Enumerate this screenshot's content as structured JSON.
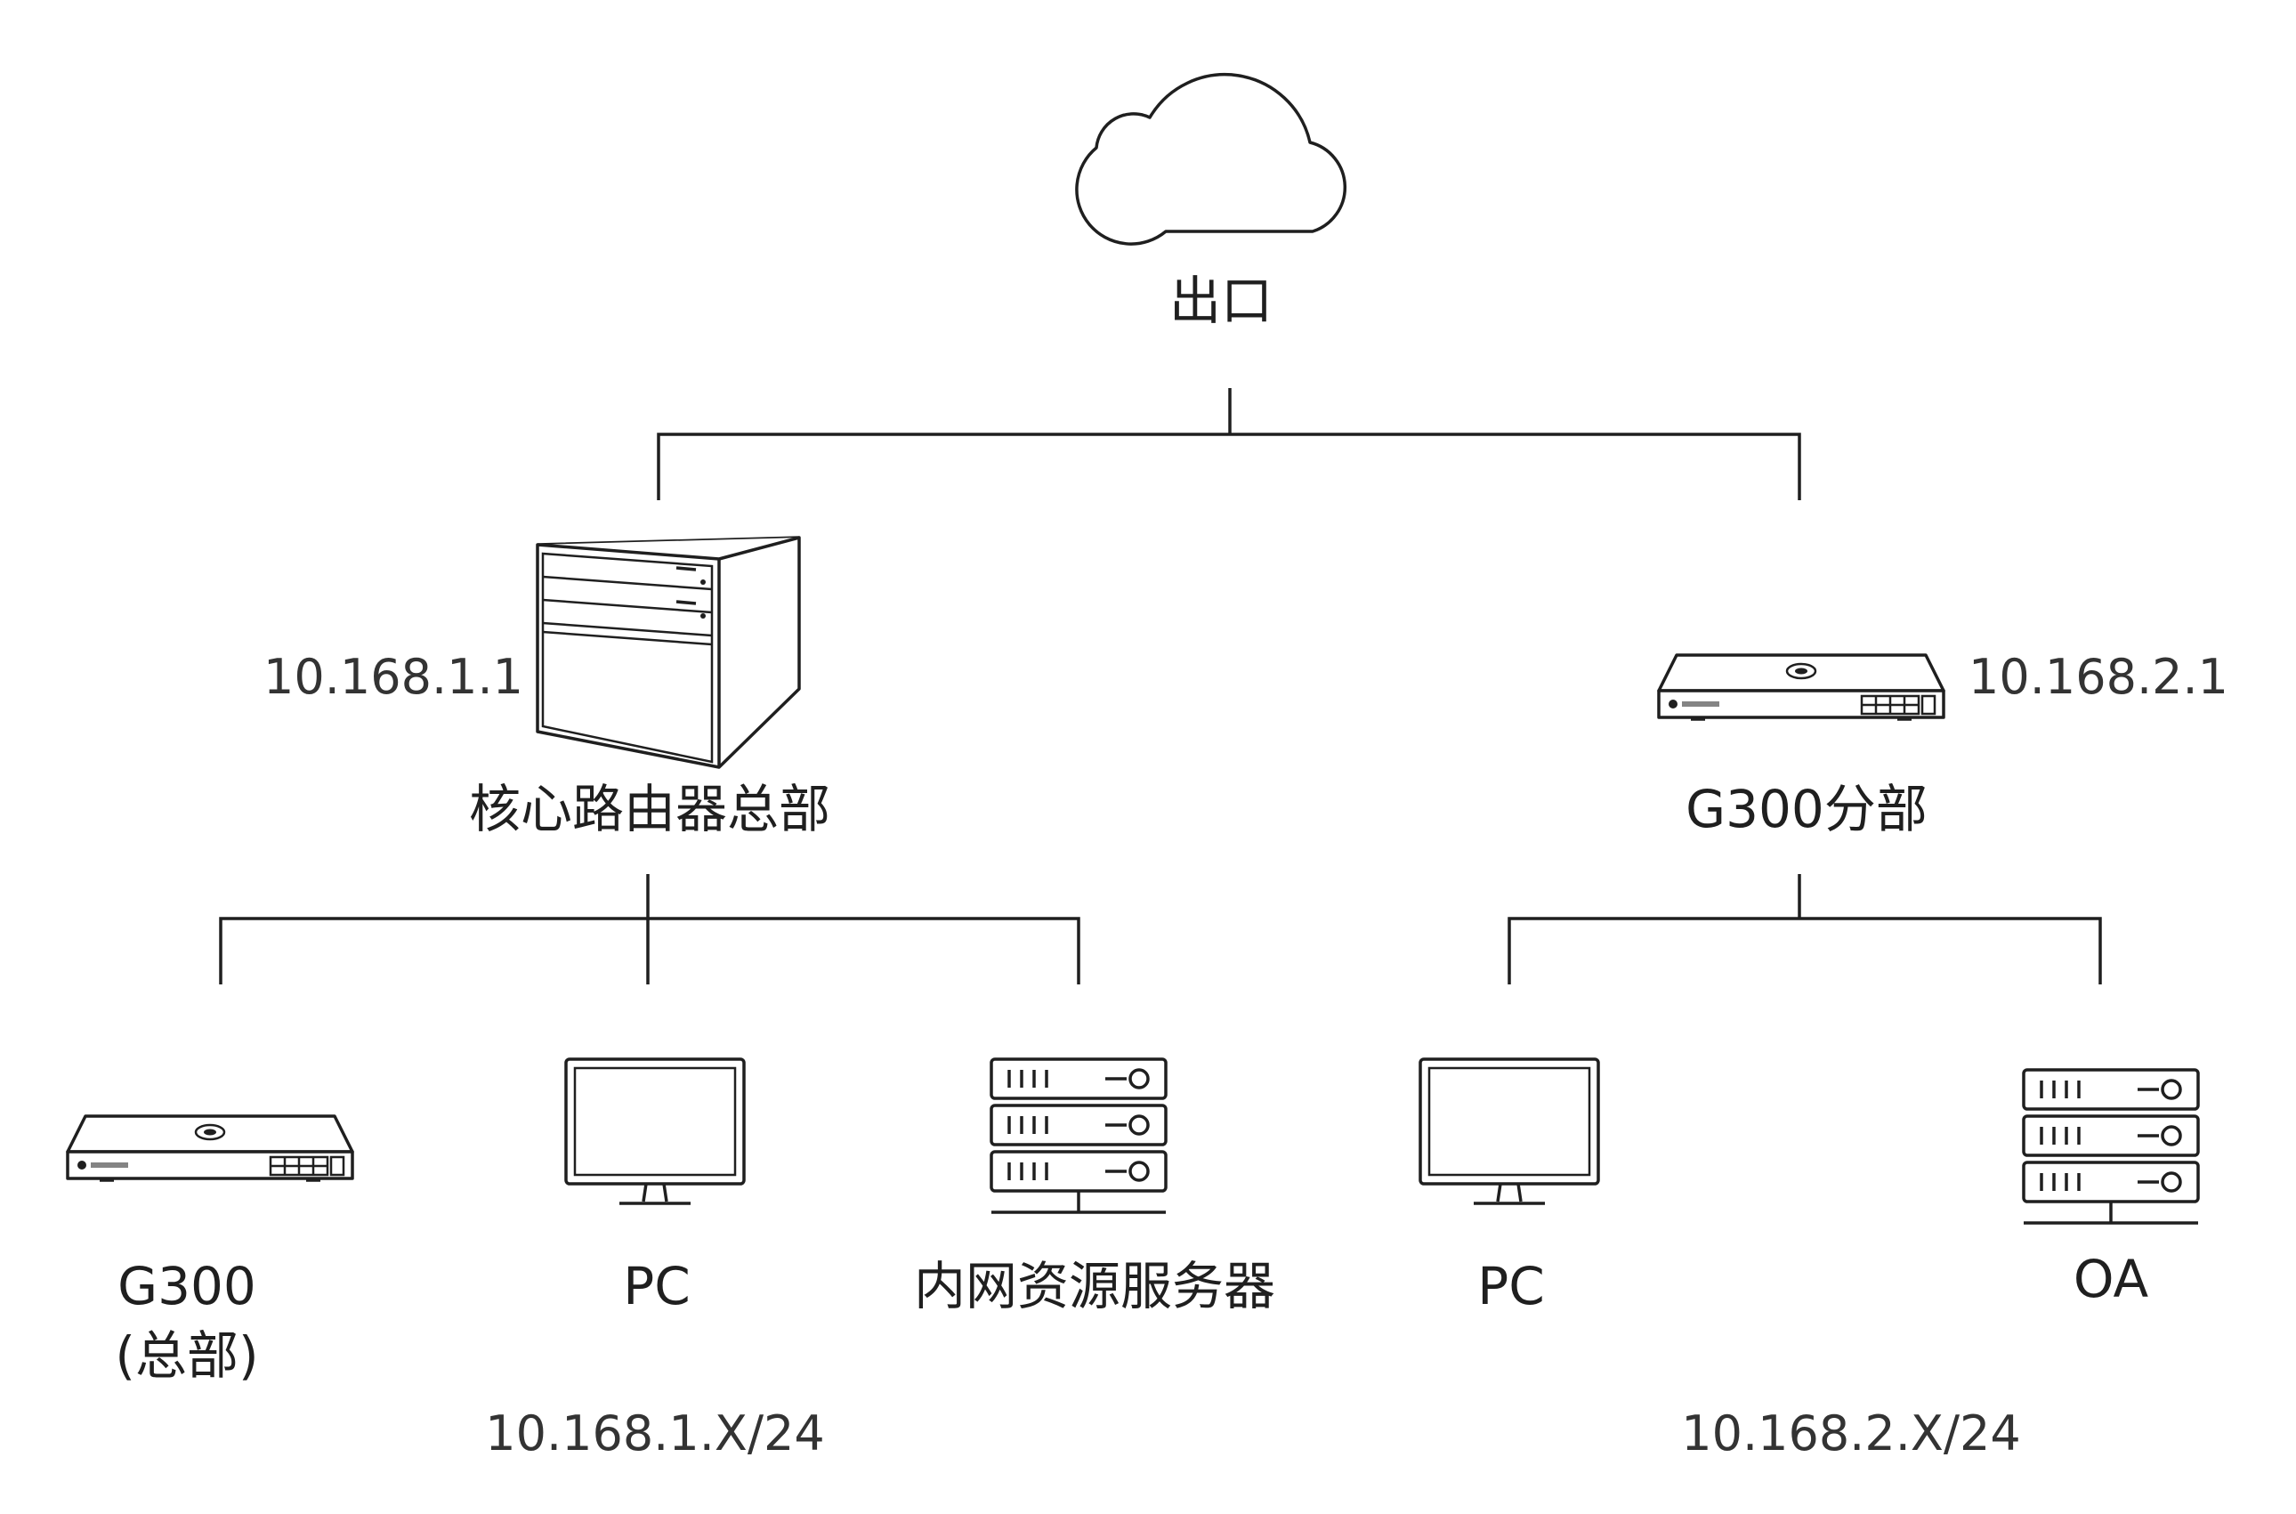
{
  "nodes": {
    "internet": {
      "label": "出口"
    },
    "core_router": {
      "label": "核心路由器总部",
      "ip": "10.168.1.1"
    },
    "branch_gateway": {
      "label": "G300分部",
      "ip": "10.168.2.1"
    },
    "hq_g300": {
      "label": "G300",
      "sublabel": "(总部)"
    },
    "hq_pc": {
      "label": "PC"
    },
    "hq_server": {
      "label": "内网资源服务器"
    },
    "branch_pc": {
      "label": "PC"
    },
    "branch_oa": {
      "label": "OA"
    }
  },
  "subnets": {
    "hq": "10.168.1.X/24",
    "branch": "10.168.2.X/24"
  },
  "colors": {
    "line": "#1f1f1f",
    "text": "#1f1f1f",
    "background": "#ffffff"
  }
}
